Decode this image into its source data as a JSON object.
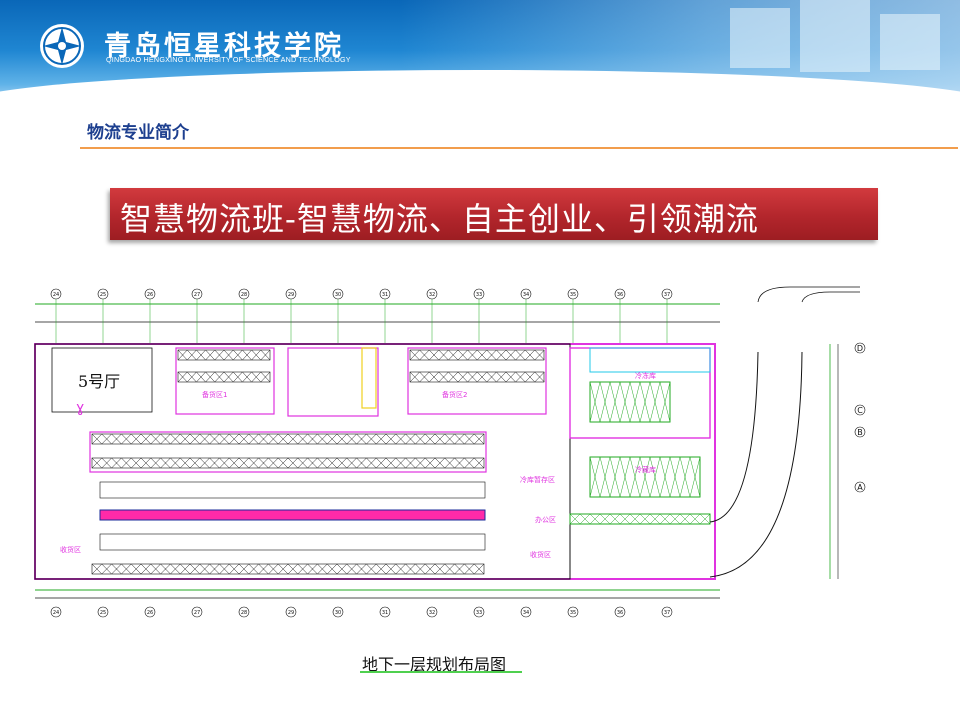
{
  "header": {
    "school_name_cn": "青岛恒星科技学院",
    "school_name_en": "QINGDAO HENGXING UNIVERSITY OF SCIENCE AND TECHNOLOGY",
    "logo_icon": "university-emblem-icon"
  },
  "section": {
    "title": "物流专业简介"
  },
  "banner": {
    "text": "智慧物流班-智慧物流、自主创业、引领潮流"
  },
  "floor_plan": {
    "hall_label": "5号厅",
    "axis_labels": [
      "24",
      "25",
      "26",
      "27",
      "28",
      "29",
      "30",
      "31",
      "32",
      "33",
      "34",
      "35",
      "36",
      "37"
    ],
    "grid_row_labels": [
      "D",
      "C",
      "B",
      "A"
    ],
    "zone_labels": [
      "冷冻库",
      "冷藏库",
      "冷库暂存区",
      "办公区",
      "收货区",
      "备货区1",
      "备货区2",
      "收货区"
    ]
  },
  "caption": {
    "text": "地下一层规划布局图"
  },
  "colors": {
    "banner_red": "#b3262c",
    "section_title_blue": "#1d3f8f",
    "rule_orange": "#f29d4c",
    "caption_underline": "#4fd04f",
    "plan_magenta": "#e033e0",
    "plan_green": "#22aa22",
    "plan_cyan": "#20c8e8"
  }
}
